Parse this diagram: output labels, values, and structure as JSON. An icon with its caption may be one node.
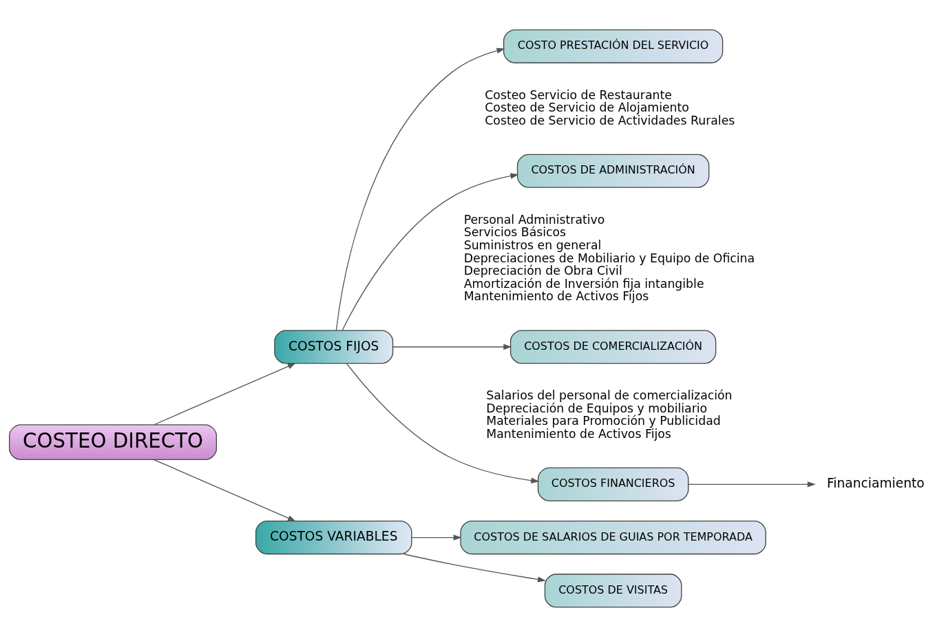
{
  "diagram": {
    "nodes": [
      {
        "text": [
          "COSTEO DIRECTO"
        ]
      },
      {
        "text": [
          "COSTOS FIJOS"
        ]
      },
      {
        "text": [
          "COSTOS VARIABLES"
        ]
      },
      {
        "text": [
          "COSTO PRESTACIÓN DEL SERVICIO"
        ],
        "beside": [
          "Costeo Servicio de Restaurante",
          "Costeo de Servicio de Alojamiento",
          "Costeo de Servicio de Actividades Rurales"
        ]
      },
      {
        "text": [
          "COSTOS DE ADMINISTRACIÓN"
        ],
        "beside": [
          "Personal Administrativo",
          "Servicios Básicos",
          "Suministros en general",
          "Depreciaciones de Mobiliario y Equipo de Oficina",
          "Depreciación de Obra Civil",
          "Amortización de Inversión fija intangible",
          "Mantenimiento de Activos Fijos"
        ]
      },
      {
        "text": [
          "COSTOS DE COMERCIALIZACIÓN"
        ],
        "beside": [
          "Salarios del personal de comercialización",
          "Depreciación de Equipos y mobiliario",
          "Materiales para Promoción y Publicidad",
          "Mantenimiento de Activos Fijos"
        ]
      },
      {
        "text": [
          "COSTOS FINANCIEROS"
        ]
      },
      {
        "text": [
          "COSTOS DE SALARIOS DE GUIAS POR TEMPORADA"
        ]
      },
      {
        "text": [
          "COSTOS DE VISITAS"
        ]
      },
      {
        "text": [
          "Financiamiento"
        ]
      }
    ],
    "edges": [
      {
        "from": 0,
        "to": 1,
        "arrow": "to"
      },
      {
        "from": 0,
        "to": 2,
        "arrow": "to"
      },
      {
        "from": 1,
        "to": 3,
        "arrow": "to"
      },
      {
        "from": 1,
        "to": 4,
        "arrow": "to"
      },
      {
        "from": 1,
        "to": 5,
        "arrow": "to"
      },
      {
        "from": 1,
        "to": 6,
        "arrow": "to"
      },
      {
        "from": 2,
        "to": 7,
        "arrow": "to"
      },
      {
        "from": 2,
        "to": 8,
        "arrow": "to"
      },
      {
        "from": 6,
        "to": 9,
        "arrow": "to"
      }
    ]
  }
}
